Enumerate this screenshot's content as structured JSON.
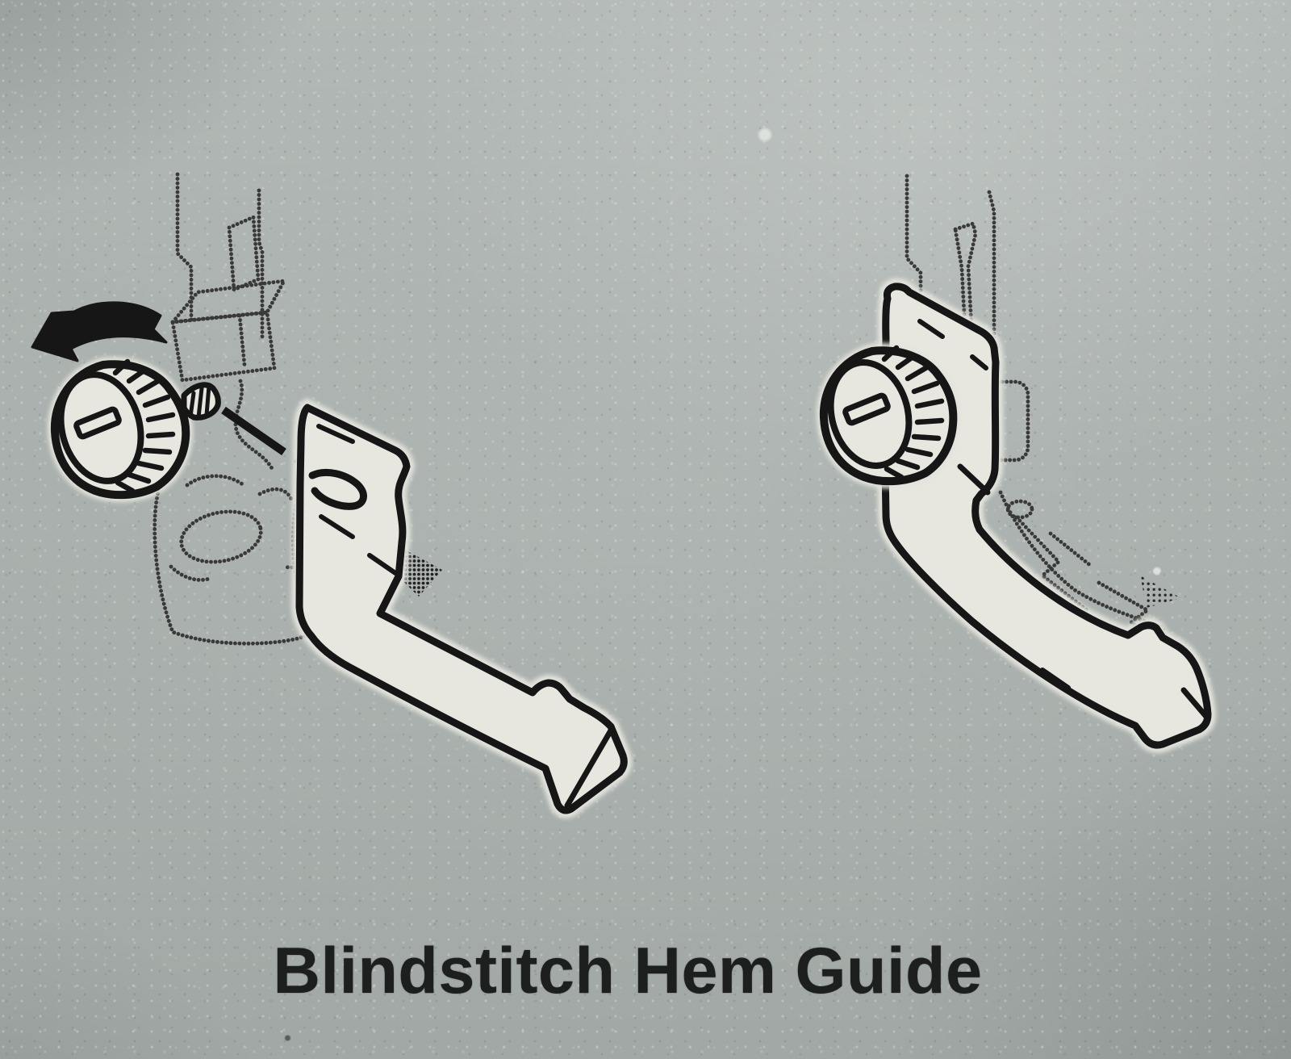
{
  "page": {
    "caption": "Blindstitch Hem Guide",
    "colors": {
      "paper": "#a9afac",
      "ink": "#1d1e1e",
      "illustration-white": "#e8e7df",
      "halftone": "#2f2f2f"
    }
  },
  "figures": [
    {
      "name": "hem-guide-detached",
      "position": "left",
      "elements": [
        "rotation-arrow",
        "thumbscrew",
        "screw-shaft",
        "dashed-insertion-line",
        "presser-foot-halftone",
        "hem-guide-bracket"
      ]
    },
    {
      "name": "hem-guide-attached",
      "position": "right",
      "elements": [
        "thumbscrew",
        "presser-foot-halftone",
        "hem-guide-bracket"
      ]
    }
  ]
}
